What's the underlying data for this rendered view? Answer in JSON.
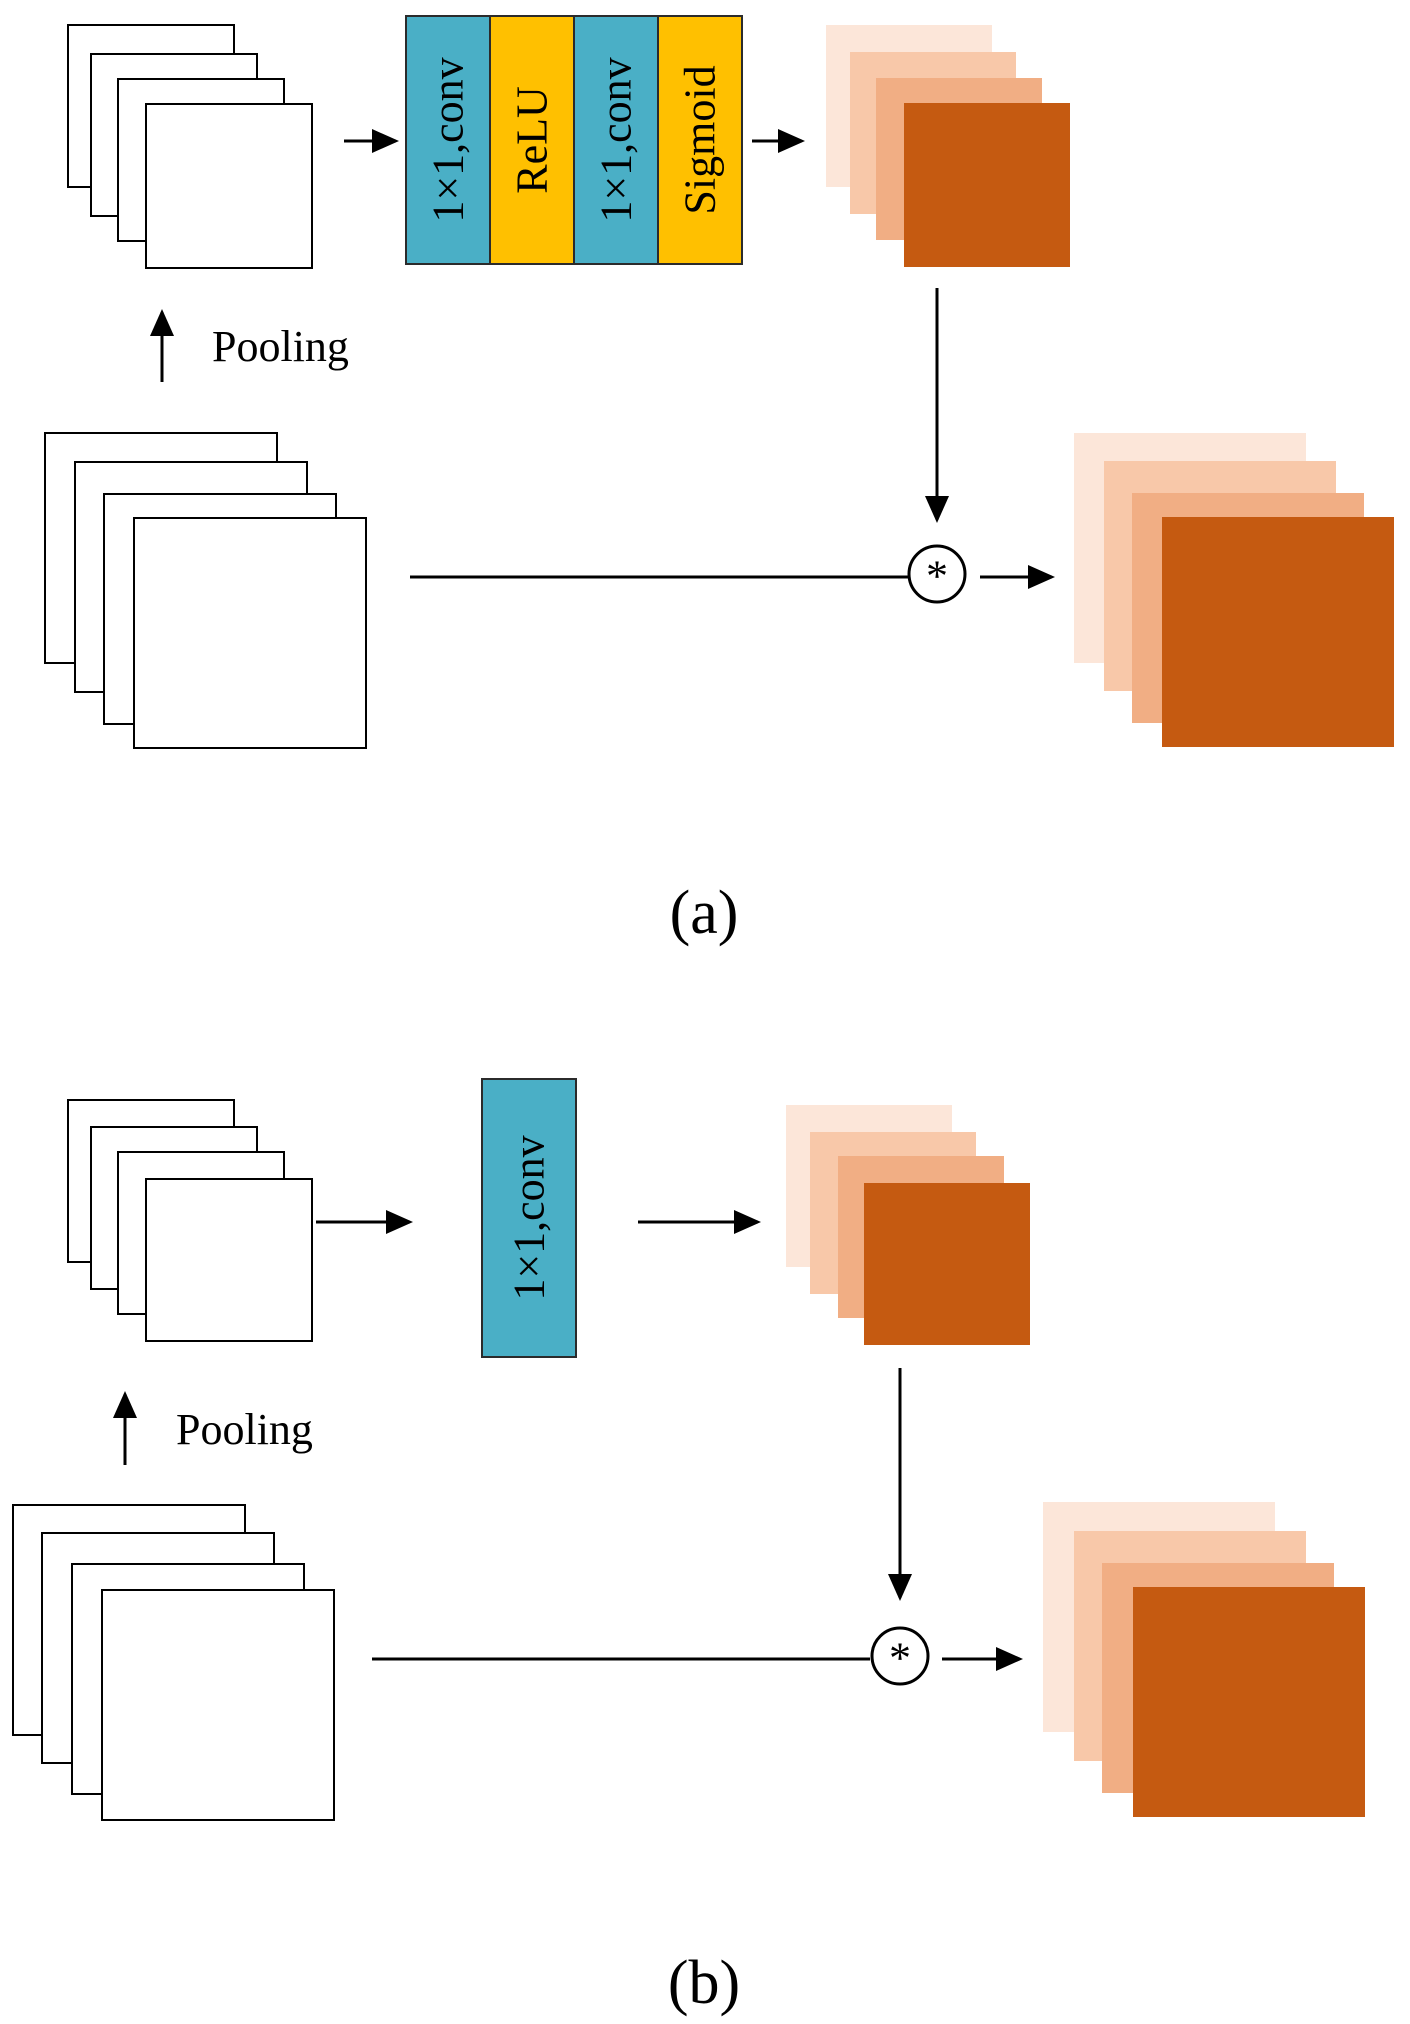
{
  "colors": {
    "conv_block": "#4aafc6",
    "activation_block": "#ffc000",
    "map_lightest": "#fce6d9",
    "map_light": "#f8c8a9",
    "map_mid": "#f1ae84",
    "map_dark": "#c55a11",
    "line": "#000000"
  },
  "panels": [
    {
      "caption": "(a)",
      "pooling_label": "Pooling",
      "multiply_symbol": "*",
      "blocks": [
        {
          "label": "1×1,conv",
          "kind": "conv_block"
        },
        {
          "label": "ReLU",
          "kind": "activation_block"
        },
        {
          "label": "1×1,conv",
          "kind": "conv_block"
        },
        {
          "label": "Sigmoid",
          "kind": "activation_block"
        }
      ]
    },
    {
      "caption": "(b)",
      "pooling_label": "Pooling",
      "multiply_symbol": "*",
      "blocks": [
        {
          "label": "1×1,conv",
          "kind": "conv_block"
        }
      ]
    }
  ]
}
